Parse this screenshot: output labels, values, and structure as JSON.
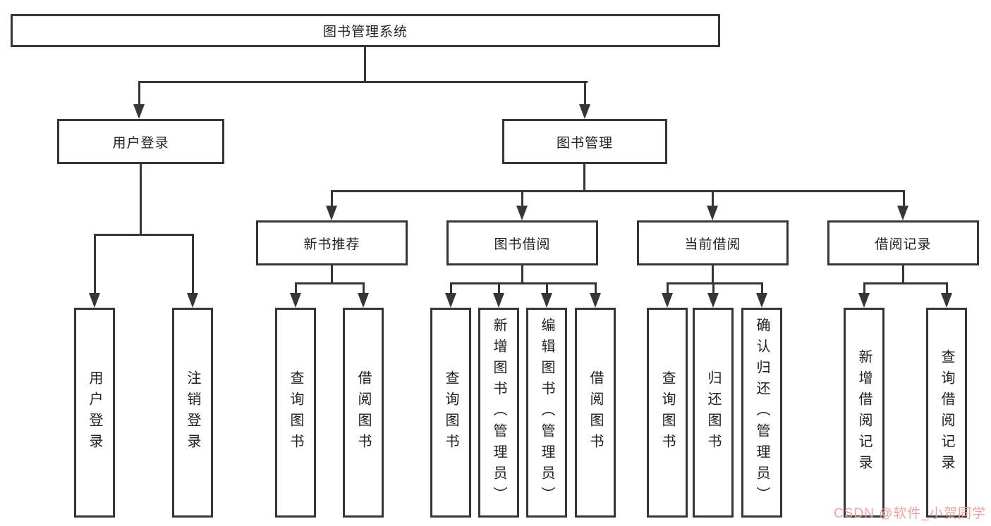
{
  "diagram": {
    "root": {
      "label": "图书管理系统"
    },
    "level2": [
      {
        "label": "用户登录",
        "leaves": [
          {
            "label": "用户登录"
          },
          {
            "label": "注销登录"
          }
        ]
      },
      {
        "label": "图书管理",
        "children": [
          {
            "label": "新书推荐",
            "leaves": [
              {
                "label": "查询图书"
              },
              {
                "label": "借阅图书"
              }
            ]
          },
          {
            "label": "图书借阅",
            "leaves": [
              {
                "label": "查询图书"
              },
              {
                "label": "新增图书（管理员）"
              },
              {
                "label": "编辑图书（管理员）"
              },
              {
                "label": "借阅图书"
              }
            ]
          },
          {
            "label": "当前借阅",
            "leaves": [
              {
                "label": "查询图书"
              },
              {
                "label": "归还图书"
              },
              {
                "label": "确认归还（管理员）"
              }
            ]
          },
          {
            "label": "借阅记录",
            "leaves": [
              {
                "label": "新增借阅记录"
              },
              {
                "label": "查询借阅记录"
              }
            ]
          }
        ]
      }
    ]
  },
  "watermark": {
    "text": "CSDN @软件_小贺同学"
  },
  "colors": {
    "line": "#363636",
    "box_border": "#363636",
    "text": "#212121",
    "background": "#ffffff",
    "watermark": "#f09999"
  }
}
